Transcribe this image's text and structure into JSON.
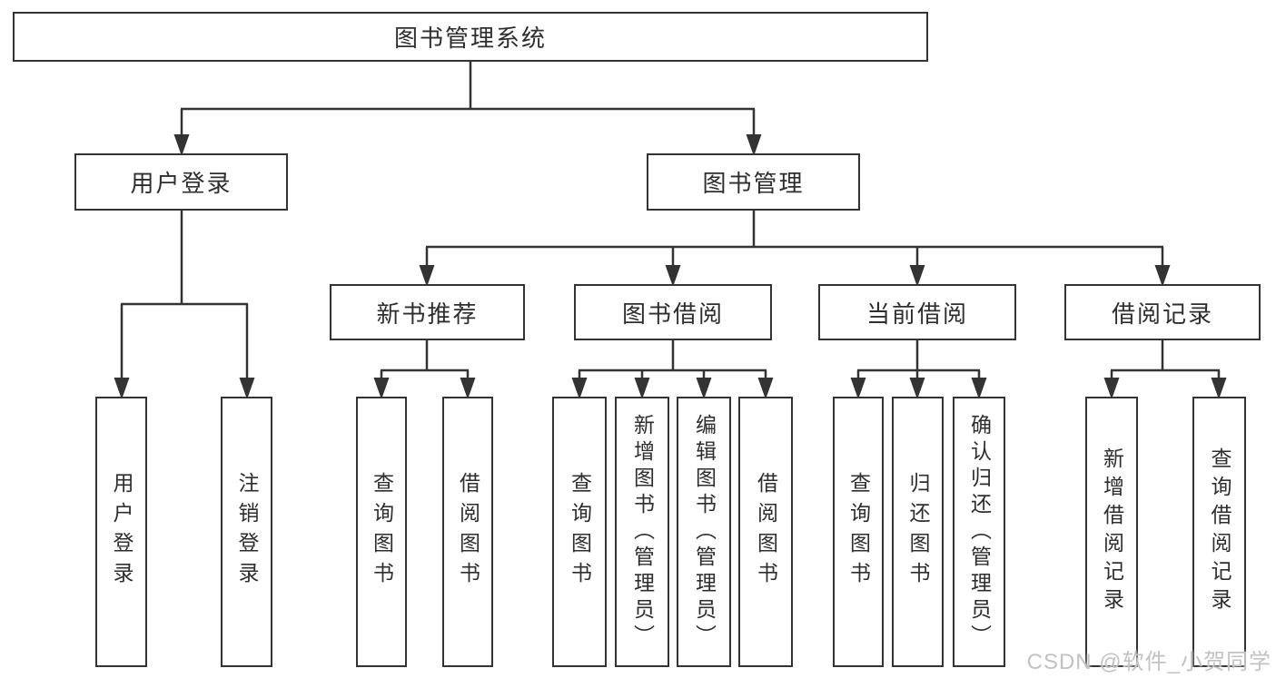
{
  "colors": {
    "line": "#333333",
    "box_border": "#333333",
    "box_background": "#ffffff",
    "text": "#2e2e2e",
    "watermark": "#c2c2c2"
  },
  "watermark": {
    "text": "CSDN @软件_小贺同学"
  },
  "tree": {
    "label": "图书管理系统",
    "children": [
      {
        "label": "用户登录",
        "children": [
          {
            "label": "用户登录"
          },
          {
            "label": "注销登录"
          }
        ]
      },
      {
        "label": "图书管理",
        "children": [
          {
            "label": "新书推荐",
            "children": [
              {
                "label": "查询图书"
              },
              {
                "label": "借阅图书"
              }
            ]
          },
          {
            "label": "图书借阅",
            "children": [
              {
                "label": "查询图书"
              },
              {
                "label": "新增图书（管理员）"
              },
              {
                "label": "编辑图书（管理员）"
              },
              {
                "label": "借阅图书"
              }
            ]
          },
          {
            "label": "当前借阅",
            "children": [
              {
                "label": "查询图书"
              },
              {
                "label": "归还图书"
              },
              {
                "label": "确认归还（管理员）"
              }
            ]
          },
          {
            "label": "借阅记录",
            "children": [
              {
                "label": "新增借阅记录"
              },
              {
                "label": "查询借阅记录"
              }
            ]
          }
        ]
      }
    ]
  }
}
